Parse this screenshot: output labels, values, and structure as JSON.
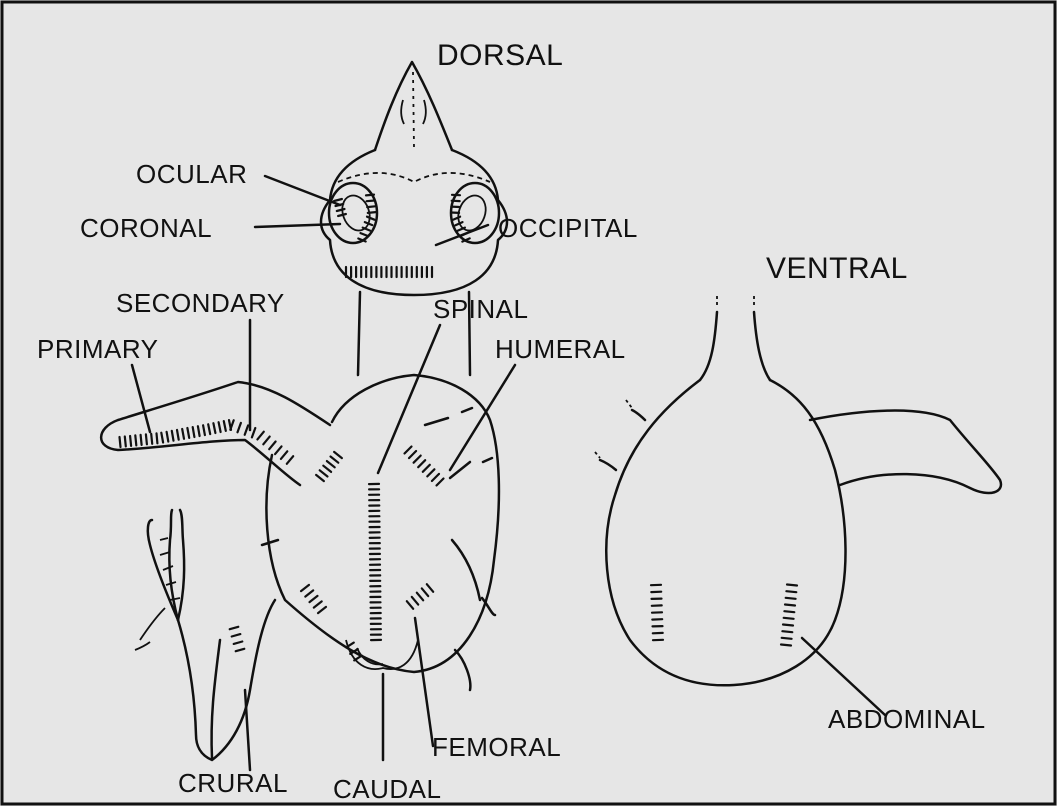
{
  "titles": {
    "dorsal": "DORSAL",
    "ventral": "VENTRAL"
  },
  "labels": {
    "ocular": "OCULAR",
    "coronal": "CORONAL",
    "occipital": "OCCIPITAL",
    "secondary": "SECONDARY",
    "spinal": "SPINAL",
    "primary": "PRIMARY",
    "humeral": "HUMERAL",
    "crural": "CRURAL",
    "femoral": "FEMORAL",
    "caudal": "CAUDAL",
    "abdominal": "ABDOMINAL"
  }
}
